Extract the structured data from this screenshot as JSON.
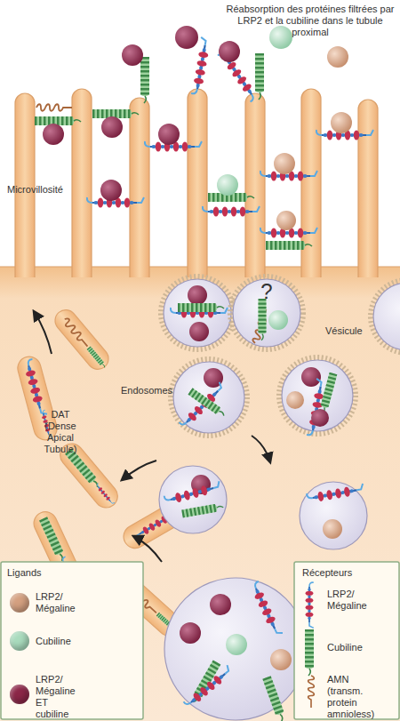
{
  "diagram": {
    "title": "Réabsorption des protéines filtrées par LRP2 et la cubiline dans le tubule proximal",
    "labels": [
      "Microvillosité",
      "?",
      "Vésicule",
      "Endosomes",
      "DAT (Dense Apical Tubule)",
      "Ligands",
      "Récepteurs"
    ],
    "legend": [
      {
        "text": "LRP2/ Mégaline",
        "color": "#d4a080"
      },
      {
        "text": "Cubiline",
        "color": "#a9dbbd"
      },
      {
        "text": "LRP2/ Mégaline ET cubiline",
        "color": "#8c2748"
      },
      {
        "text": "LRP2/ Mégaline"
      },
      {
        "text": "Cubiline"
      },
      {
        "text": "AMN (transm. protein amnioless)"
      }
    ]
  }
}
